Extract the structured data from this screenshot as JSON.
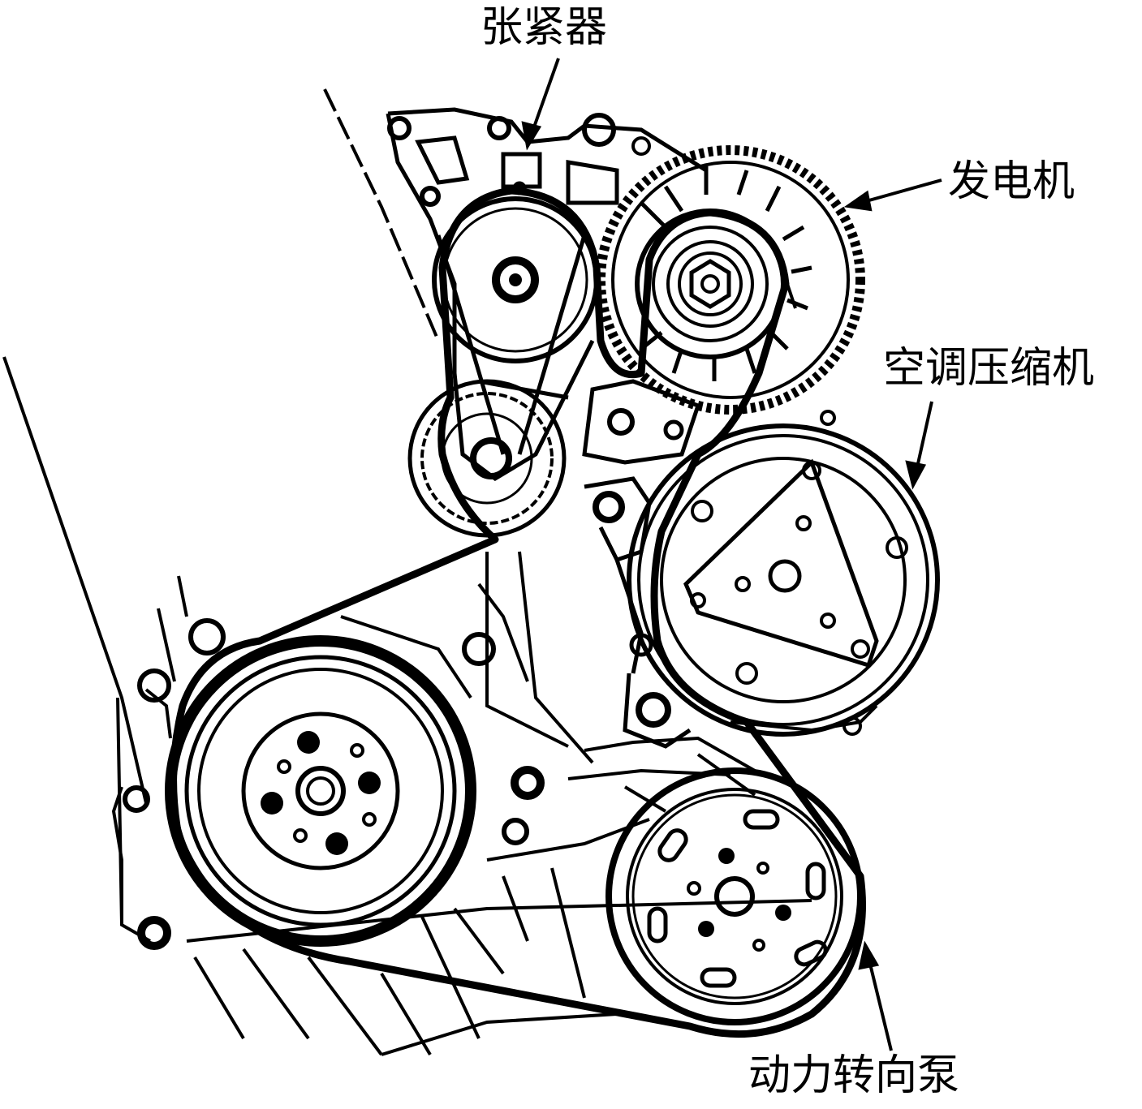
{
  "labels": {
    "tensioner": "张紧器",
    "alternator": "发电机",
    "ac_compressor": "空调压缩机",
    "power_steering_pump": "动力转向泵"
  },
  "colors": {
    "ink": "#000000",
    "paper": "#ffffff"
  }
}
